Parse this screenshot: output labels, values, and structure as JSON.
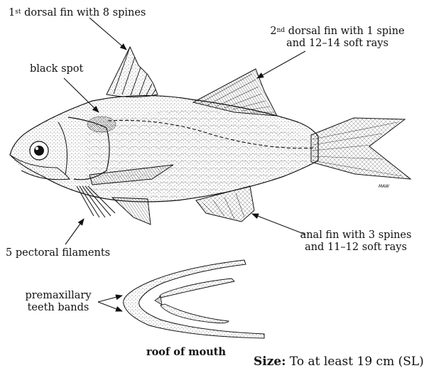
{
  "labels": {
    "dorsal1": {
      "pre": "1",
      "sup": "st",
      "post": " dorsal fin with 8 spines"
    },
    "dorsal2": {
      "pre": "2",
      "sup": "nd",
      "post": " dorsal fin with 1 spine",
      "line2": "and 12–14 soft rays"
    },
    "black_spot": "black spot",
    "pectoral": "5 pectoral filaments",
    "anal": {
      "line1": "anal fin with 3 spines",
      "line2": "and 11–12 soft rays"
    },
    "premaxillary": {
      "line1": "premaxillary",
      "line2": "teeth bands"
    },
    "roof": "roof of mouth",
    "size": {
      "key": "Size:",
      "value": " To at least 19 cm (SL)"
    },
    "signature": "MAW"
  },
  "colors": {
    "ink": "#111111",
    "paper": "#ffffff",
    "stipple": "#444444"
  }
}
